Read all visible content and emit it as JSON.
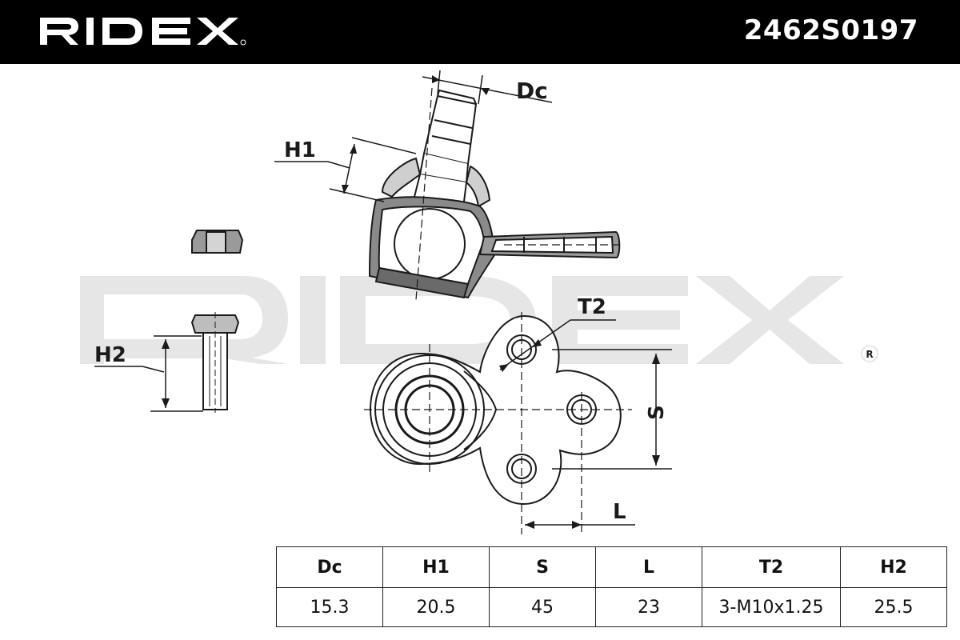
{
  "header": {
    "brand": "RIDEX",
    "part_number": "2462S0197"
  },
  "watermark": {
    "text": "RIDEX"
  },
  "labels": {
    "dc": "Dc",
    "h1": "H1",
    "h2": "H2",
    "t2": "T2",
    "s": "S",
    "l": "L"
  },
  "table": {
    "headers": [
      "Dc",
      "H1",
      "S",
      "L",
      "T2",
      "H2"
    ],
    "values": [
      "15.3",
      "20.5",
      "45",
      "23",
      "3-M10x1.25",
      "25.5"
    ]
  },
  "colors": {
    "header_bg": "#000000",
    "line": "#1a1a1a",
    "watermark": "#e3e3e3"
  }
}
